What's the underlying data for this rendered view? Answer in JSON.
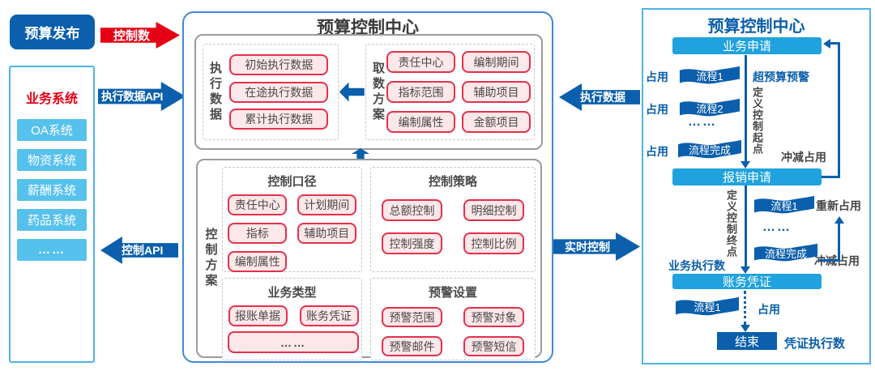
{
  "colors": {
    "dark_blue": "#0B5FAC",
    "bar_blue": "#1FA2DD",
    "sky_blue": "#56C1ED",
    "panel_border": "#4FB3E8",
    "center_border": "#3F89D0",
    "red": "#E60014",
    "pink": "#FCE7E9",
    "pink_border": "#E5304C"
  },
  "left": {
    "publish": "预算发布",
    "systems_title": "业务系统",
    "systems": [
      "OA系统",
      "物资系统",
      "薪酬系统",
      "药品系统",
      "……"
    ]
  },
  "arrows": {
    "control_count": "控制数",
    "exec_data_api": "执行数据API",
    "control_api": "控制API",
    "exec_data": "执行数据",
    "realtime_control": "实时控制"
  },
  "center": {
    "title": "预算控制中心",
    "exec_group": {
      "label": "执行数据",
      "items": [
        "初始执行数据",
        "在途执行数据",
        "累计执行数据"
      ]
    },
    "fetch_group": {
      "label": "取数方案",
      "items": [
        "责任中心",
        "编制期间",
        "指标范围",
        "辅助项目",
        "编制属性",
        "金额项目"
      ]
    },
    "plan_label": "控制方案",
    "caliber": {
      "title": "控制口径",
      "items": [
        "责任中心",
        "计划期间",
        "指标",
        "辅助项目",
        "编制属性"
      ]
    },
    "strategy": {
      "title": "控制策略",
      "items": [
        "总额控制",
        "明细控制",
        "控制强度",
        "控制比例"
      ]
    },
    "biz_type": {
      "title": "业务类型",
      "items": [
        "报账单据",
        "账务凭证"
      ],
      "more": "……"
    },
    "warning": {
      "title": "预警设置",
      "items": [
        "预警范围",
        "预警对象",
        "预警邮件",
        "预警短信"
      ]
    }
  },
  "right": {
    "title": "预算控制中心",
    "biz_apply": "业务申请",
    "reimburse_apply": "报销申请",
    "voucher": "账务凭证",
    "end": "结束",
    "flow1": "流程1",
    "flow2": "流程2",
    "flow_done": "流程完成",
    "occupy": "占用",
    "over_budget_warning": "超预算预警",
    "define_start": "定义控制起点",
    "define_end": "定义控制终点",
    "offset_occupy": "冲减占用",
    "re_occupy": "重新占用",
    "biz_exec_count": "业务执行数",
    "voucher_exec_count": "凭证执行数",
    "more": "……"
  }
}
